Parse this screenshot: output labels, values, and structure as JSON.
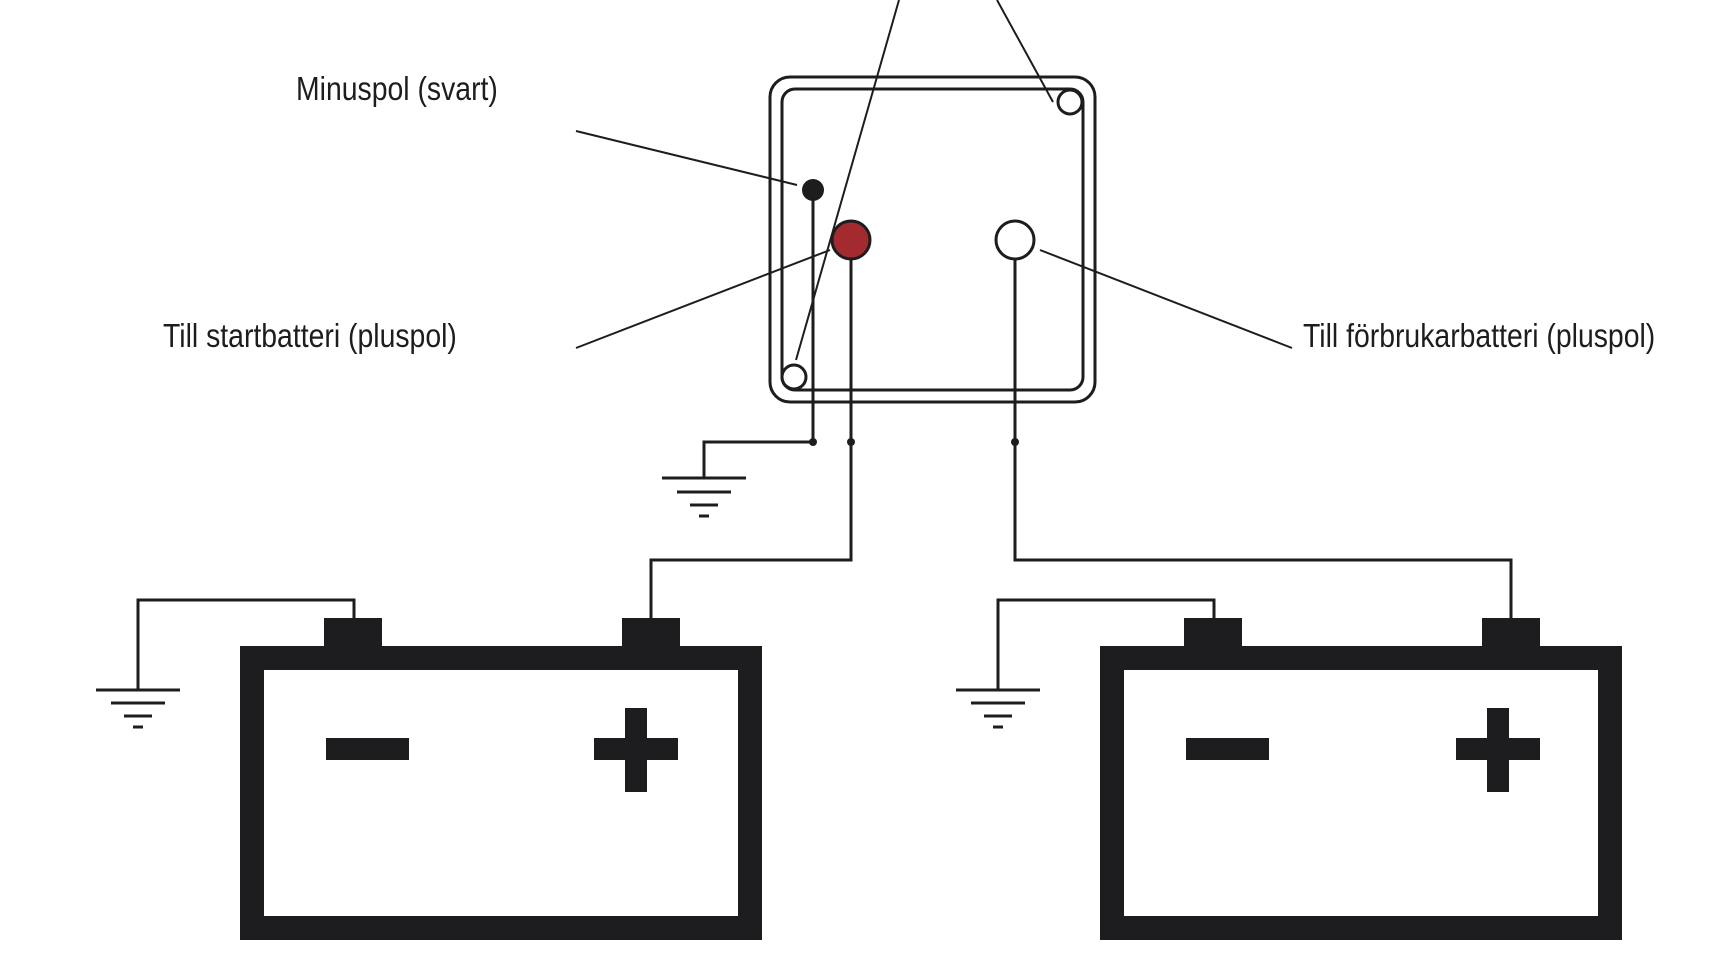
{
  "labels": {
    "minus_pole": "Minuspol (svart)",
    "start_battery": "Till startbatteri (pluspol)",
    "consumer_battery": "Till förbrukarbatteri (pluspol)"
  },
  "batteries": [
    {
      "minus_symbol": "−",
      "plus_symbol": "+"
    },
    {
      "minus_symbol": "−",
      "plus_symbol": "+"
    }
  ],
  "terminals": {
    "minus_color": "#1d1d1f",
    "start_plus_color": "#a32a2e",
    "consumer_plus_color": "#ffffff"
  },
  "colors": {
    "line": "#1d1d1f",
    "background": "#ffffff"
  }
}
